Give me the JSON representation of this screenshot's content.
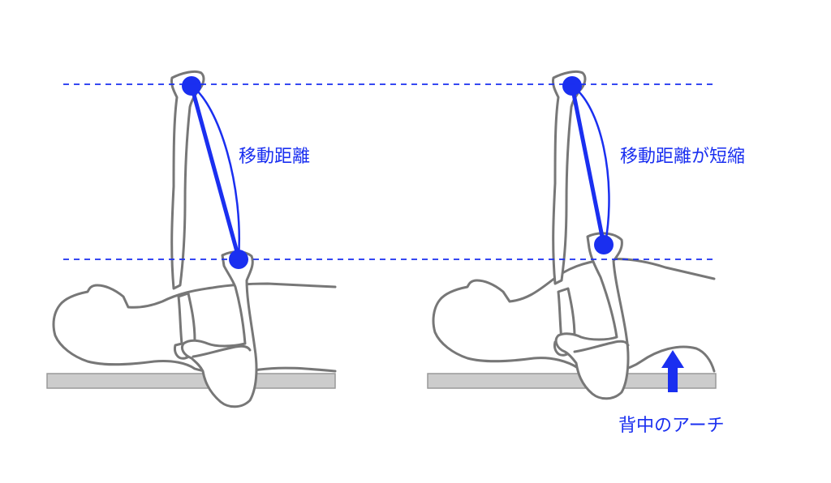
{
  "colors": {
    "accent": "#1a2ff0",
    "outline": "#777777",
    "bench": "#cccccc",
    "background": "#ffffff"
  },
  "left_panel": {
    "label": "移動距離"
  },
  "right_panel": {
    "label": "移動距離が短縮",
    "arch_label": "背中のアーチ"
  }
}
